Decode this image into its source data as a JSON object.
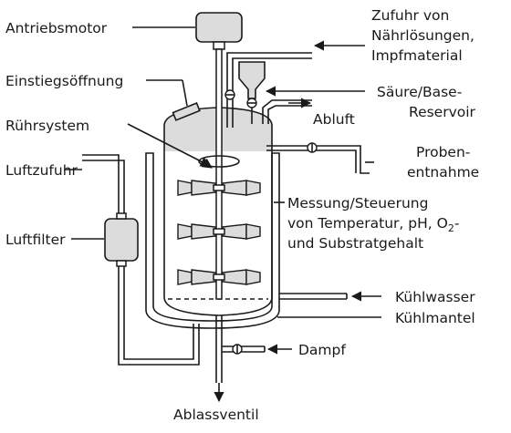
{
  "labels": {
    "antriebsmotor": "Antriebsmotor",
    "zufuhr_line1": "Zufuhr von",
    "zufuhr_line2": "Nährlösungen,",
    "zufuhr_line3": "Impfmaterial",
    "einstieg": "Einstiegsöffnung",
    "saeure_line1": "Säure/Base-",
    "saeure_line2": "Reservoir",
    "ruehrsystem": "Rührsystem",
    "abluft": "Abluft",
    "proben_line1": "Proben-",
    "proben_line2": "entnahme",
    "luftzufuhr": "Luftzufuhr",
    "messung_line1": "Messung/Steuerung",
    "messung_line2": "von Temperatur, pH, O",
    "messung_sub": "2",
    "messung_dash": "-",
    "messung_line3": "und Substratgehalt",
    "luftfilter": "Luftfilter",
    "kuehlwasser": "Kühlwasser",
    "kuehlmantel": "Kühlmantel",
    "dampf": "Dampf",
    "ablassventil": "Ablassventil"
  },
  "colors": {
    "line": "#1a1a1a",
    "fill_grey": "#dcdcdc",
    "background": "#ffffff"
  }
}
